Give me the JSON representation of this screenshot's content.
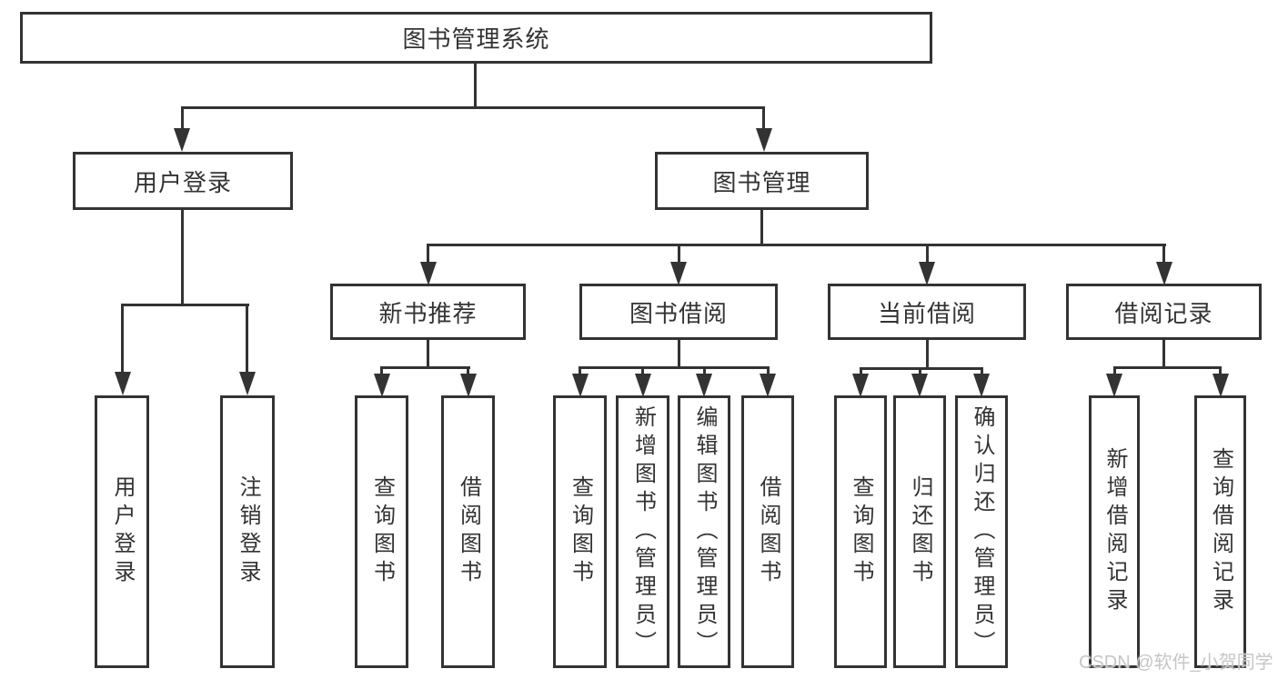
{
  "diagram": {
    "root": {
      "label": "图书管理系统"
    },
    "level2": [
      {
        "label": "用户登录"
      },
      {
        "label": "图书管理"
      }
    ],
    "login_children": [
      {
        "label": "用户登录"
      },
      {
        "label": "注销登录"
      }
    ],
    "mgmt_sections": [
      {
        "label": "新书推荐",
        "children": [
          {
            "label": "查询图书"
          },
          {
            "label": "借阅图书"
          }
        ]
      },
      {
        "label": "图书借阅",
        "children": [
          {
            "label": "查询图书"
          },
          {
            "label": "新增图书（管理员）"
          },
          {
            "label": "编辑图书（管理员）"
          },
          {
            "label": "借阅图书"
          }
        ]
      },
      {
        "label": "当前借阅",
        "children": [
          {
            "label": "查询图书"
          },
          {
            "label": "归还图书"
          },
          {
            "label": "确认归还（管理员）"
          }
        ]
      },
      {
        "label": "借阅记录",
        "children": [
          {
            "label": "新增借阅记录"
          },
          {
            "label": "查询借阅记录"
          }
        ]
      }
    ]
  },
  "watermark": {
    "text": "CSDN @软件_小贺同学"
  },
  "colors": {
    "line": "#333333",
    "text": "#333333",
    "watermark": "#c6c6c6",
    "background": "#ffffff"
  }
}
